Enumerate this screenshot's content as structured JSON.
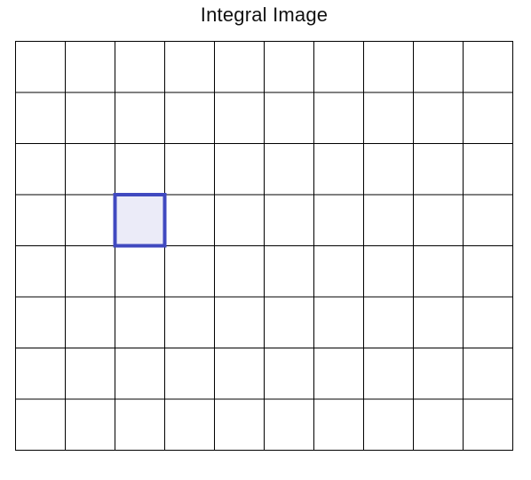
{
  "title": "Integral Image",
  "grid": {
    "cols": 10,
    "rows": 8,
    "highlight": {
      "col": 2,
      "row": 3
    }
  },
  "colors": {
    "grid_line": "#000000",
    "highlight_border": "#4049c0",
    "highlight_fill": "#ebebf8",
    "background": "#ffffff"
  }
}
